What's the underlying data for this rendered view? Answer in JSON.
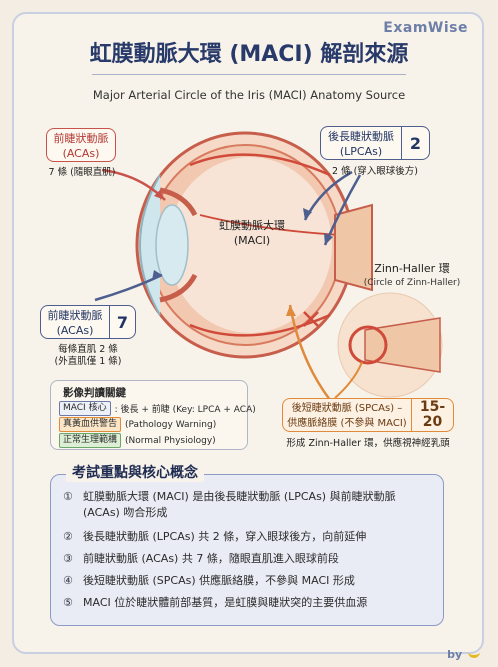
{
  "brand": "ExamWise",
  "title": "虹膜動脈大環 (MACI) 解剖來源",
  "subtitle": "Major Arterial Circle of the Iris (MACI) Anatomy Source",
  "labels": {
    "acas_top": {
      "line1": "前睫狀動脈",
      "line2": "(ACAs)",
      "note": "7 條 (隨眼直肌)"
    },
    "lpcas": {
      "line1": "後長睫狀動脈",
      "line2": "(LPCAs)",
      "count": "2",
      "note": "2 條 (穿入眼球後方)"
    },
    "maci": {
      "line1": "虹膜動脈大環",
      "line2": "(MACI)"
    },
    "zinn": {
      "line1": "Zinn-Haller 環",
      "line2": "(Circle of Zinn-Haller)"
    },
    "acas_bottom": {
      "line1": "前睫狀動脈",
      "line2": "(ACAs)",
      "count": "7",
      "note1": "每條直肌 2 條",
      "note2": "(外直肌僅 1 條)"
    },
    "spcas": {
      "line1": "後短睫狀動脈 (SPCAs) –",
      "line2": "供應脈絡膜 (不參與 MACI)",
      "count": "15-20",
      "note": "形成 Zinn-Haller 環，供應視神經乳頭"
    }
  },
  "legend": {
    "title": "影像判讀關鍵",
    "rows": [
      {
        "tag": "MACI 核心",
        "text": ": 後長 + 前睫 (Key: LPCA + ACA)",
        "color": "#eef0f8",
        "border": "#6b7aa8"
      },
      {
        "tag": "真黃血供警告",
        "text": "(Pathology Warning)",
        "color": "#fbe6c8",
        "border": "#e08a3c"
      },
      {
        "tag": "正常生理範構",
        "text": "(Normal Physiology)",
        "color": "#dcefd6",
        "border": "#6aa86a"
      }
    ]
  },
  "concepts": {
    "title": "考試重點與核心概念",
    "items": [
      {
        "idx": "①",
        "text": "虹膜動脈大環 (MACI) 是由後長睫狀動脈 (LPCAs) 與前睫狀動脈 (ACAs) 吻合形成"
      },
      {
        "idx": "②",
        "text": "後長睫狀動脈 (LPCAs) 共 2 條，穿入眼球後方，向前延伸"
      },
      {
        "idx": "③",
        "text": "前睫狀動脈 (ACAs) 共 7 條，隨眼直肌進入眼球前段"
      },
      {
        "idx": "④",
        "text": "後短睫狀動脈 (SPCAs) 供應脈絡膜，不參與 MACI 形成"
      },
      {
        "idx": "⑤",
        "text": "MACI 位於睫狀體前部基質，是虹膜與睫狀突的主要供血源"
      }
    ]
  },
  "byline": "by"
}
